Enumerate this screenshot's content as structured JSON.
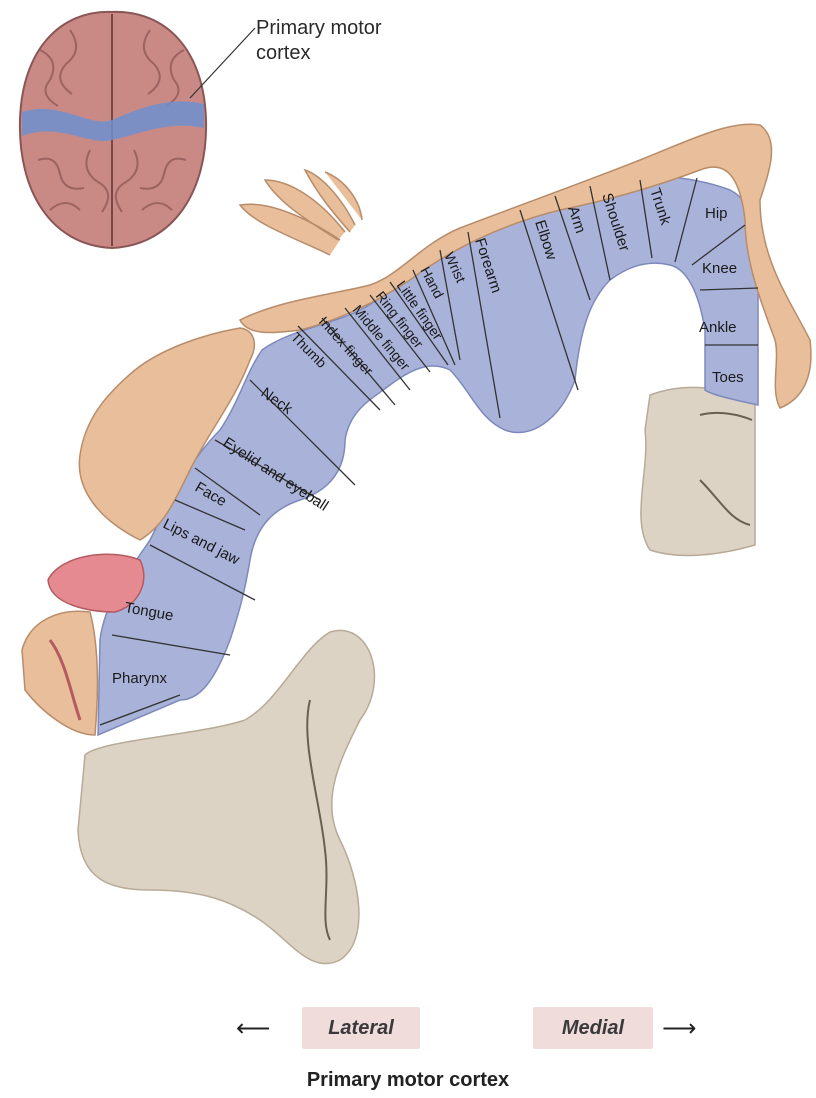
{
  "inset": {
    "label_line1": "Primary motor",
    "label_line2": "cortex"
  },
  "regions": {
    "hip": "Hip",
    "knee": "Knee",
    "ankle": "Ankle",
    "toes": "Toes",
    "trunk": "Trunk",
    "shoulder": "Shoulder",
    "arm": "Arm",
    "elbow": "Elbow",
    "forearm": "Forearm",
    "wrist": "Wrist",
    "hand": "Hand",
    "little_finger": "Little finger",
    "ring_finger": "Ring finger",
    "middle_finger": "Middle finger",
    "index_finger": "Index finger",
    "thumb": "Thumb",
    "neck": "Neck",
    "eyelid": "Eyelid and eyeball",
    "face": "Face",
    "lips": "Lips and jaw",
    "tongue": "Tongue",
    "pharynx": "Pharynx"
  },
  "direction": {
    "lateral": "Lateral",
    "medial": "Medial",
    "left_arrow": "⟵",
    "right_arrow": "⟶"
  },
  "caption": "Primary motor cortex",
  "colors": {
    "cortex": "#a9b3da",
    "white_matter": "#ddd3c4",
    "skin": "#e8bf9a",
    "brain": "#c98a86",
    "tongue": "#e58a90",
    "label_box": "#f1dcdc"
  }
}
